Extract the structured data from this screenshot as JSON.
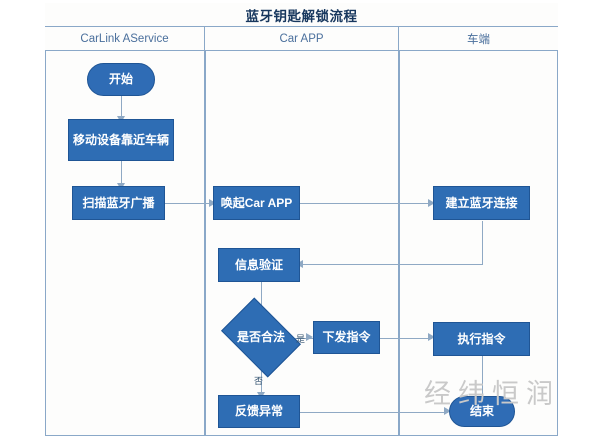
{
  "diagram": {
    "title": "蓝牙钥匙解锁流程",
    "type": "swimlane-flowchart",
    "lanes": [
      {
        "id": "lane-carlink",
        "label": "CarLink AService"
      },
      {
        "id": "lane-carapp",
        "label": "Car APP"
      },
      {
        "id": "lane-vehicle",
        "label": "车端"
      }
    ],
    "nodes": [
      {
        "id": "start",
        "label": "开始",
        "shape": "terminator",
        "lane": 0
      },
      {
        "id": "approach",
        "label": "移动设备靠近车辆",
        "shape": "process",
        "lane": 0
      },
      {
        "id": "scan",
        "label": "扫描蓝牙广播",
        "shape": "process",
        "lane": 0
      },
      {
        "id": "wakeapp",
        "label": "唤起Car APP",
        "shape": "process",
        "lane": 1
      },
      {
        "id": "btconnect",
        "label": "建立蓝牙连接",
        "shape": "process",
        "lane": 2
      },
      {
        "id": "verify",
        "label": "信息验证",
        "shape": "process",
        "lane": 1
      },
      {
        "id": "islegal",
        "label": "是否合法",
        "shape": "decision",
        "lane": 1
      },
      {
        "id": "sendcmd",
        "label": "下发指令",
        "shape": "process",
        "lane": 1
      },
      {
        "id": "execcmd",
        "label": "执行指令",
        "shape": "process",
        "lane": 2
      },
      {
        "id": "feedbackerr",
        "label": "反馈异常",
        "shape": "process",
        "lane": 1
      },
      {
        "id": "end",
        "label": "结束",
        "shape": "terminator",
        "lane": 2
      }
    ],
    "edge_labels": {
      "yes": "是",
      "no": "否"
    },
    "watermark": "经纬恒润",
    "colors": {
      "node_fill": "#2e6db4",
      "node_border": "#1f5595",
      "node_text": "#ffffff",
      "lane_border": "#8aa8c8",
      "lane_label_text": "#4a6f9c",
      "title_text": "#17375e",
      "connector": "#8fa9c4",
      "watermark": "#c9c9c9",
      "background": "#ffffff"
    }
  }
}
